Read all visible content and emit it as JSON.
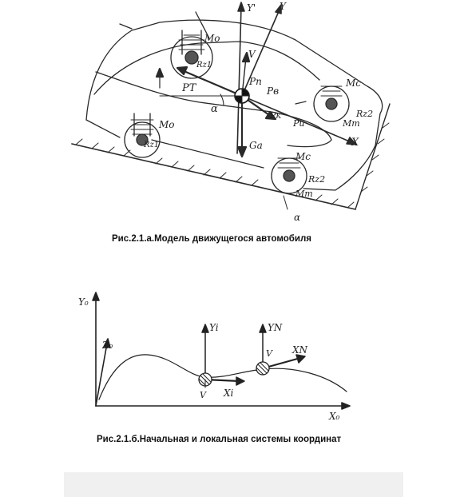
{
  "figure1": {
    "caption": "Рис.2.1.а.Модель движущегося автомобиля",
    "labels": {
      "y_prime": "Y'",
      "y": "Y",
      "v": "V",
      "mo_front_top": "Mo",
      "rz1_top": "Rz1",
      "pt": "PT",
      "pp": "Pп",
      "pv": "Pв",
      "pk": "Pк",
      "pi": "Pи",
      "alpha_center": "α",
      "g": "Gа",
      "mc_rear_top": "Mc",
      "rz2_top": "Rz2",
      "mt_top": "Mт",
      "x": "X",
      "mo_front_bottom": "Mo",
      "rz1_bottom": "Rz1",
      "mc_rear_bottom": "Mc",
      "rz2_bottom": "Rz2",
      "mt_bottom": "Mт",
      "alpha_bottom": "α"
    }
  },
  "figure2": {
    "caption": "Рис.2.1.б.Начальная и локальная системы координат",
    "labels": {
      "y0": "Y₀",
      "x0": "X₀",
      "z0": "Z₀",
      "yi": "Yi",
      "xi": "Xi",
      "vi": "V",
      "yn": "YN",
      "xn": "XN",
      "vn": "V"
    }
  }
}
